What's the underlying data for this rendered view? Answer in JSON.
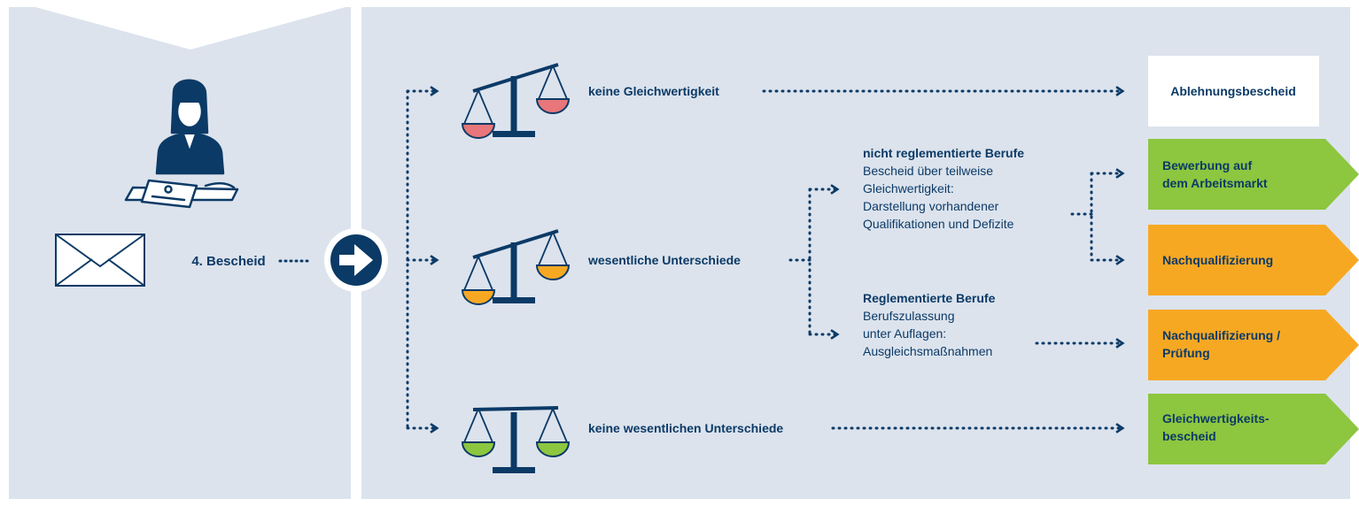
{
  "step": {
    "label": "4. Bescheid"
  },
  "outcomes": [
    {
      "text": "keine Gleichwertigkeit",
      "level": "low"
    },
    {
      "text": "wesentliche Unterschiede",
      "level": "medium"
    },
    {
      "text": "keine wesentlichen Unterschiede",
      "level": "high"
    }
  ],
  "branches": {
    "nicht_reglementiert": {
      "title": "nicht reglementierte Berufe",
      "lines": [
        "Bescheid über teilweise",
        "Gleichwertigkeit:",
        "Darstellung vorhandener",
        "Qualifikationen und Defizite"
      ]
    },
    "reglementiert": {
      "title": "Reglementierte Berufe",
      "lines": [
        "Berufszulassung",
        "unter Auflagen:",
        "Ausgleichsmaßnahmen"
      ]
    }
  },
  "results": [
    {
      "lines": [
        "Ablehnungsbescheid"
      ],
      "color": "#ffffff"
    },
    {
      "lines": [
        "Bewerbung auf",
        "dem Arbeitsmarkt"
      ],
      "color": "#8dc63f"
    },
    {
      "lines": [
        "Nachqualifizierung"
      ],
      "color": "#f7a823"
    },
    {
      "lines": [
        "Nachqualifizierung /",
        "Prüfung"
      ],
      "color": "#f7a823"
    },
    {
      "lines": [
        "Gleichwertigkeits-",
        "bescheid"
      ],
      "color": "#8dc63f"
    }
  ],
  "colors": {
    "background_panel": "#dce3ed",
    "navy": "#0b3a66",
    "red_pan": "#e8767a",
    "orange_pan": "#f7a823",
    "green_pan": "#8dc63f"
  },
  "icons": [
    "person-at-desk-icon",
    "envelope-icon",
    "arrow-circle-icon",
    "scale-icon"
  ]
}
